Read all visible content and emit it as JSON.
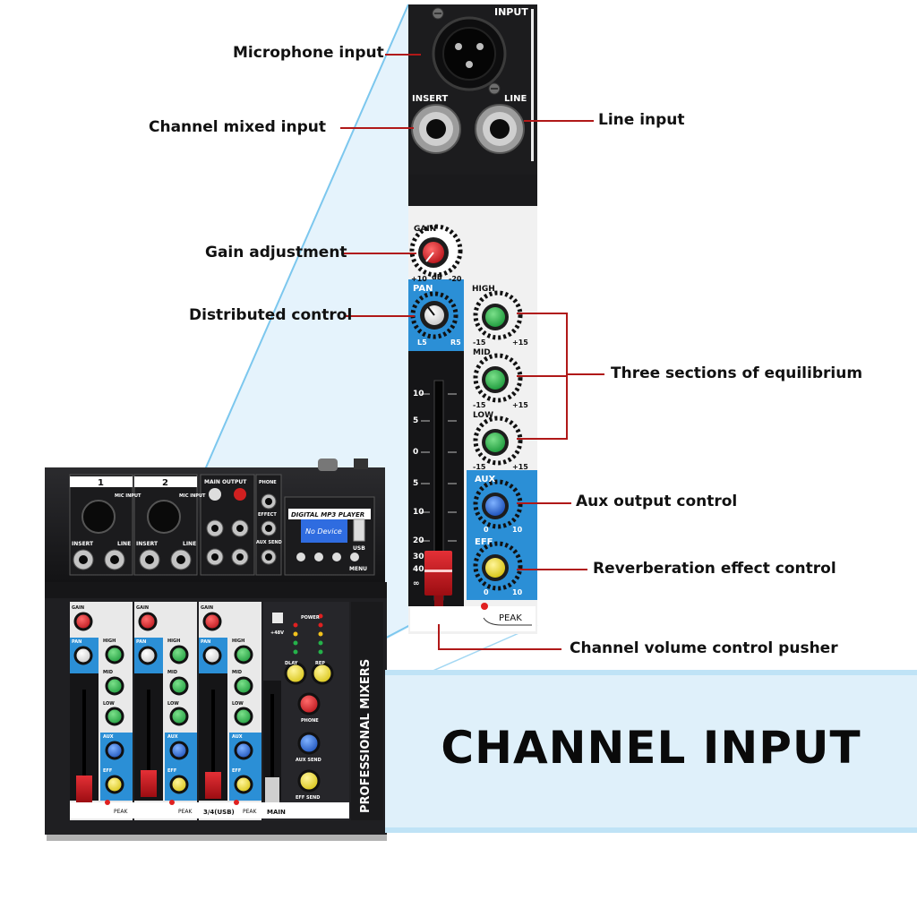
{
  "callouts": {
    "microphone_input": "Microphone input",
    "channel_mixed_input": "Channel mixed input",
    "gain_adjustment": "Gain adjustment",
    "distributed_control": "Distributed control",
    "line_input": "Line input",
    "three_sections": "Three sections of equilibrium",
    "aux_output": "Aux output control",
    "reverb_effect": "Reverberation effect control",
    "volume_pusher": "Channel volume control pusher"
  },
  "banner_title": "CHANNEL INPUT",
  "strip": {
    "input": "INPUT",
    "insert": "INSERT",
    "line": "LINE",
    "gain": "GAIN",
    "gain_min": "+10",
    "gain_db": "dB",
    "gain_max": "-20",
    "pan": "PAN",
    "pan_l": "L5",
    "pan_r": "R5",
    "high": "HIGH",
    "mid": "MID",
    "low": "LOW",
    "eq_min": "-15",
    "eq_max": "+15",
    "aux": "AUX",
    "eff": "EFF",
    "knob_min": "0",
    "knob_max": "10",
    "peak": "PEAK",
    "fader_scale": [
      "10",
      "5",
      "0",
      "5",
      "10",
      "20",
      "30",
      "40",
      "∞"
    ]
  },
  "mixer": {
    "ch1": "1",
    "ch2": "2",
    "main_output": "MAIN OUTPUT",
    "phone": "PHONE",
    "mic_input": "MIC INPUT",
    "insert": "INSERT",
    "line": "LINE",
    "effect": "EFFECT",
    "aux_send": "AUX SEND",
    "mp3_title": "DIGITAL MP3 PLAYER",
    "mp3_screen": "No Device",
    "usb": "USB",
    "menu": "MENU",
    "brand": "PROFESSIONAL MIXERS",
    "power": "POWER",
    "phantom": "+48V",
    "phone_knob": "PHONE",
    "aux_send_knob": "AUX SEND",
    "eff_send_knob": "EFF SEND",
    "dlay": "DLAY",
    "rep": "REP",
    "ch34": "3/4(USB)",
    "main": "MAIN",
    "peak": "PEAK",
    "small_high": "HIGH",
    "small_mid": "MID",
    "small_low": "LOW",
    "small_aux": "AUX",
    "small_eff": "EFF",
    "small_pan": "PAN",
    "small_gain": "GAIN"
  },
  "colors": {
    "accent_blue": "#1e90d6",
    "light_blue": "#dff0fa",
    "callout_line": "#b01818",
    "panel_dark": "#1c1c1e",
    "panel_light": "#eeeeee",
    "knob_green": "#25b24a",
    "knob_red": "#d61d22",
    "knob_blue": "#1e6fd9",
    "knob_yellow": "#f2e21c"
  }
}
